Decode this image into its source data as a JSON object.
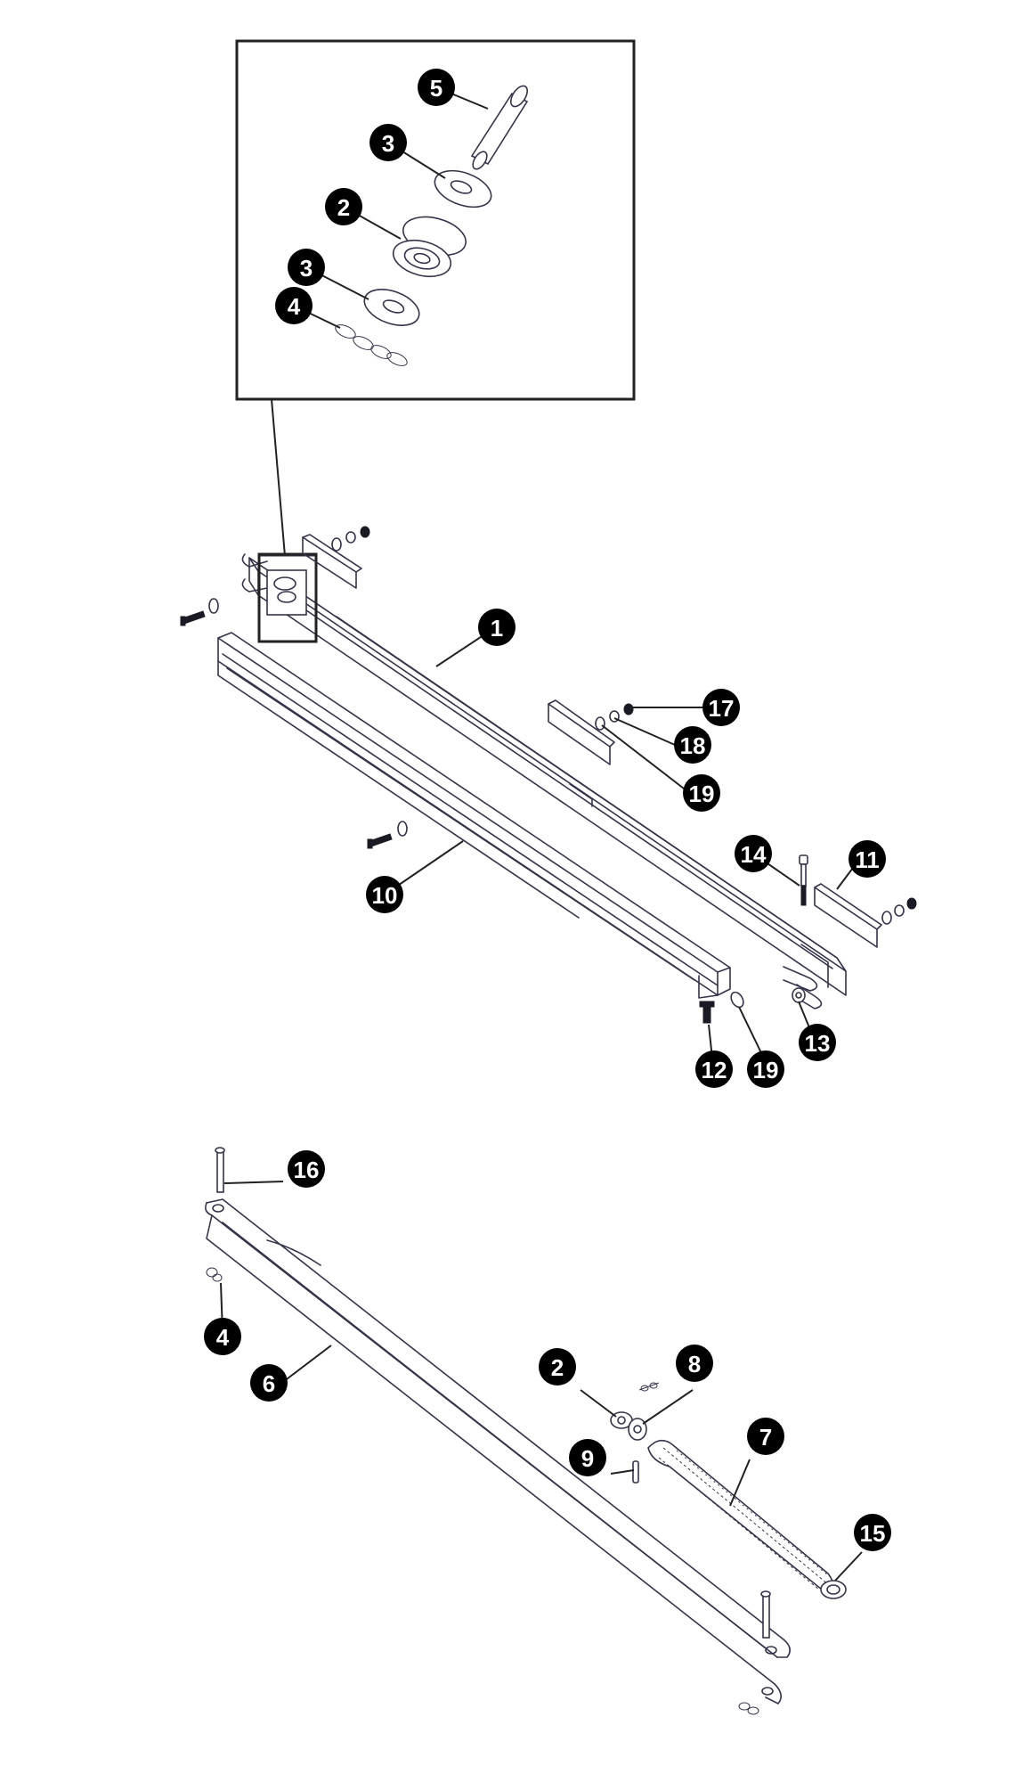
{
  "callouts": {
    "inset_5": "5",
    "inset_3a": "3",
    "inset_2": "2",
    "inset_3b": "3",
    "inset_4": "4",
    "p1": "1",
    "p17": "17",
    "p18": "18",
    "p19a": "19",
    "p14": "14",
    "p11": "11",
    "p10": "10",
    "p13": "13",
    "p12": "12",
    "p19b": "19",
    "p16": "16",
    "p4": "4",
    "p6": "6",
    "p2": "2",
    "p8": "8",
    "p7": "7",
    "p9": "9",
    "p15": "15"
  },
  "colors": {
    "line": "#34344a",
    "callout_fill": "#000000",
    "callout_text": "#ffffff",
    "background": "#ffffff"
  }
}
